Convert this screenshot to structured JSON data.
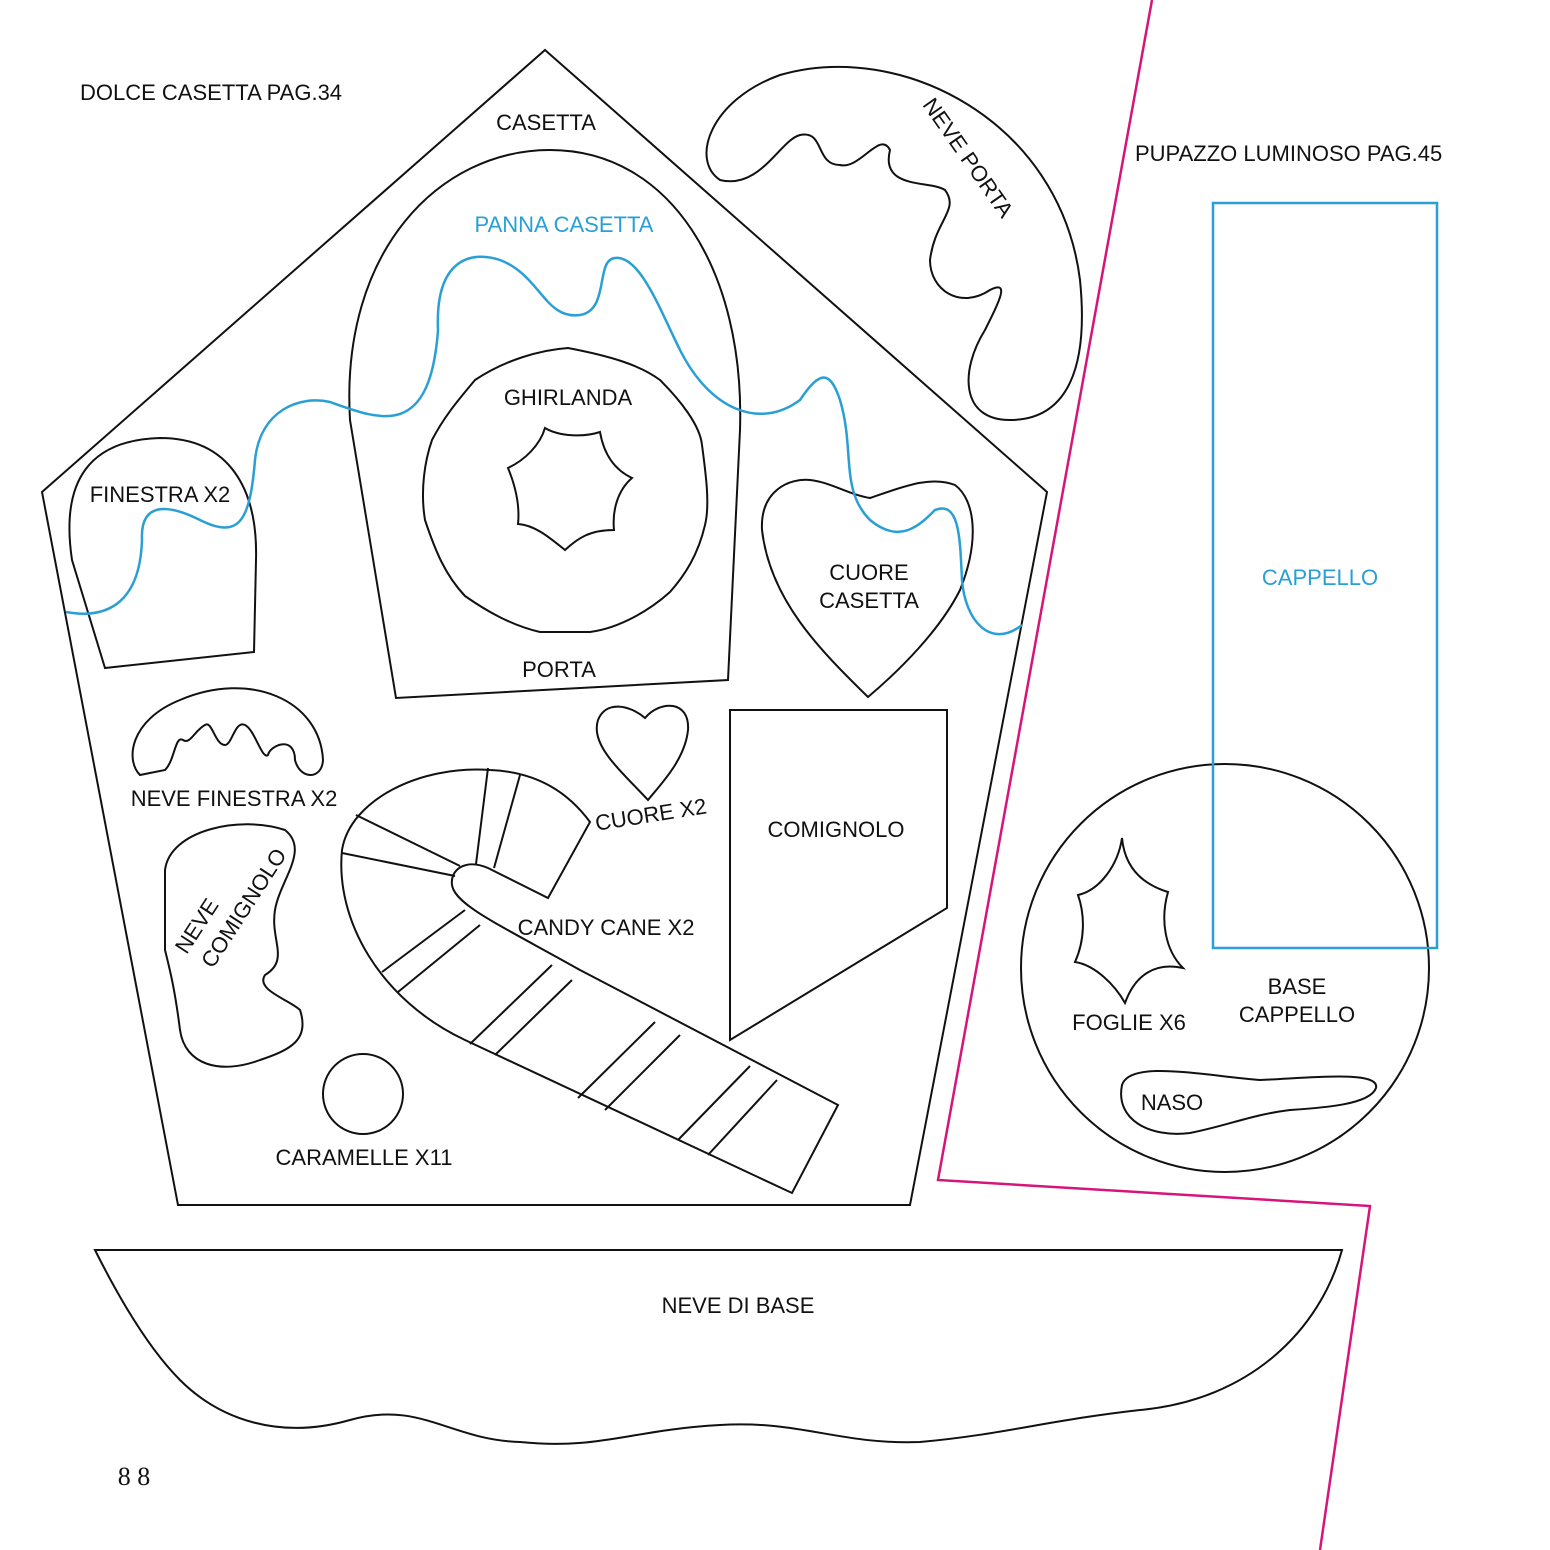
{
  "colors": {
    "outline": "#111111",
    "accent_blue": "#2a9fd6",
    "cut_line_magenta": "#d6157a"
  },
  "sections": {
    "left_title": "DOLCE CASETTA PAG.34",
    "right_title": "PUPAZZO LUMINOSO PAG.45"
  },
  "labels": {
    "casetta": "CASETTA",
    "panna_casetta": "PANNA CASETTA",
    "ghirlanda": "GHIRLANDA",
    "finestra": "FINESTRA X2",
    "cuore_casetta_1": "CUORE",
    "cuore_casetta_2": "CASETTA",
    "porta": "PORTA",
    "neve_porta": "NEVE PORTA",
    "neve_finestra": "NEVE FINESTRA X2",
    "cuore": "CUORE X2",
    "comignolo": "COMIGNOLO",
    "neve_comignolo_1": "NEVE",
    "neve_comignolo_2": "COMIGNOLO",
    "candy_cane": "CANDY CANE X2",
    "caramelle": "CARAMELLE X11",
    "neve_di_base": "NEVE DI BASE",
    "cappello": "CAPPELLO",
    "base_cappello_1": "BASE",
    "base_cappello_2": "CAPPELLO",
    "foglie": "FOGLIE X6",
    "naso": "NASO"
  },
  "page_number": "8 8"
}
